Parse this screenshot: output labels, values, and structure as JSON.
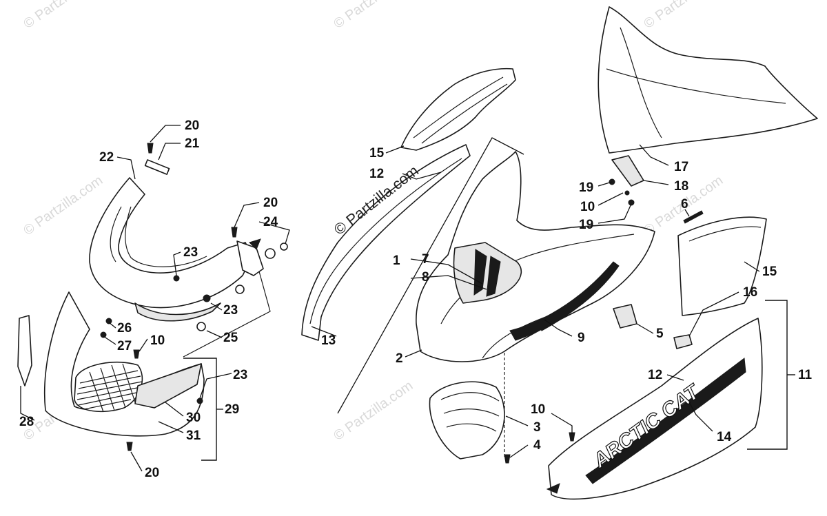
{
  "diagram": {
    "brand_text": "ARCTIC CAT",
    "watermark_center": "© Partzilla.com",
    "watermark_tile": "© Partzilla.com",
    "callouts": [
      "20",
      "21",
      "22",
      "20",
      "24",
      "23",
      "23",
      "25",
      "26",
      "27",
      "10",
      "28",
      "23",
      "29",
      "30",
      "31",
      "20",
      "15",
      "12",
      "13",
      "1",
      "7",
      "8",
      "2",
      "9",
      "3",
      "4",
      "17",
      "18",
      "19",
      "10",
      "19",
      "6",
      "15",
      "5",
      "16",
      "12",
      "11",
      "10",
      "14"
    ]
  },
  "colors": {
    "line": "#1a1a1a",
    "fill": "#ffffff",
    "shade": "#e6e6e6",
    "watermark": "#d9d9d9"
  }
}
